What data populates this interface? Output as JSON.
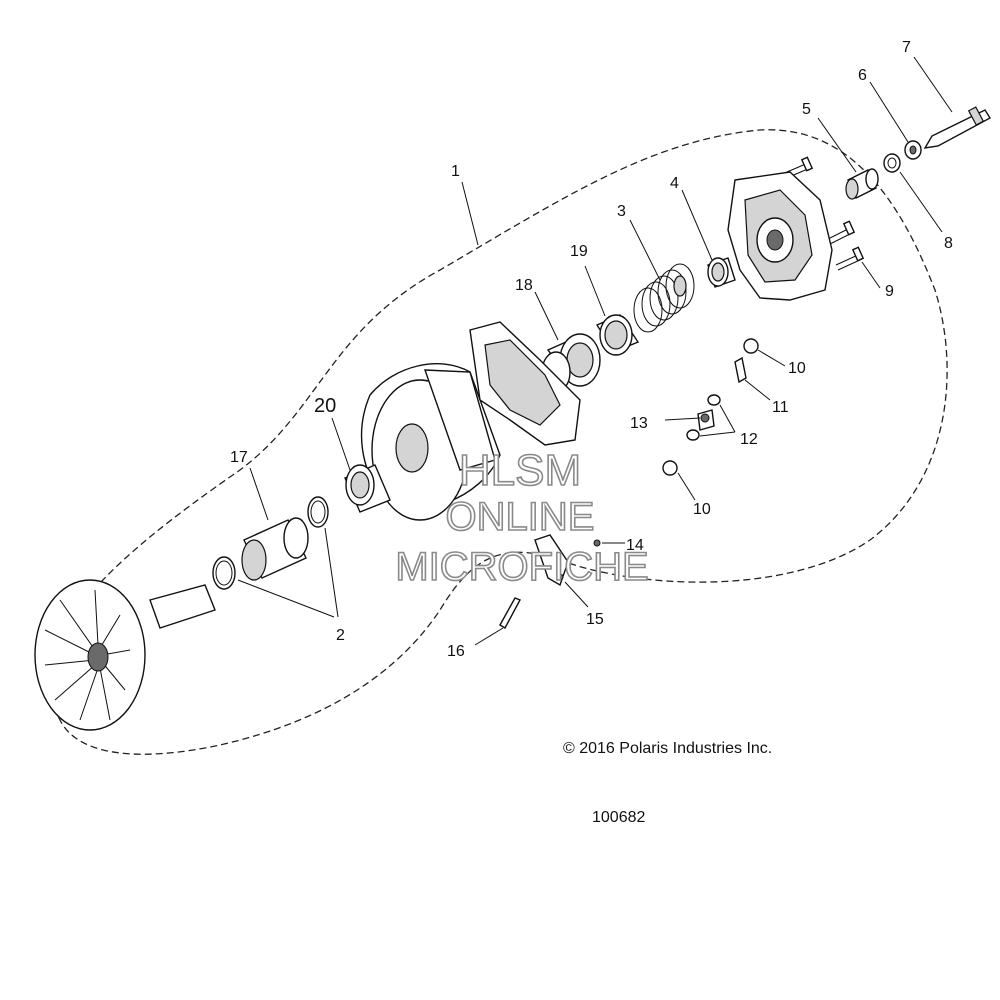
{
  "callouts": {
    "c1": "1",
    "c2": "2",
    "c3": "3",
    "c4": "4",
    "c5": "5",
    "c6": "6",
    "c7": "7",
    "c8": "8",
    "c9": "9",
    "c10a": "10",
    "c10b": "10",
    "c11": "11",
    "c12": "12",
    "c13": "13",
    "c14": "14",
    "c15": "15",
    "c16": "16",
    "c17": "17",
    "c18": "18",
    "c19": "19",
    "c20": "20"
  },
  "watermark": {
    "line1": "HLSM",
    "line2": "ONLINE",
    "line3": "MICROFICHE",
    "color": "#8a8a8a"
  },
  "copyright": "© 2016 Polaris Industries Inc.",
  "figure_number": "100682"
}
